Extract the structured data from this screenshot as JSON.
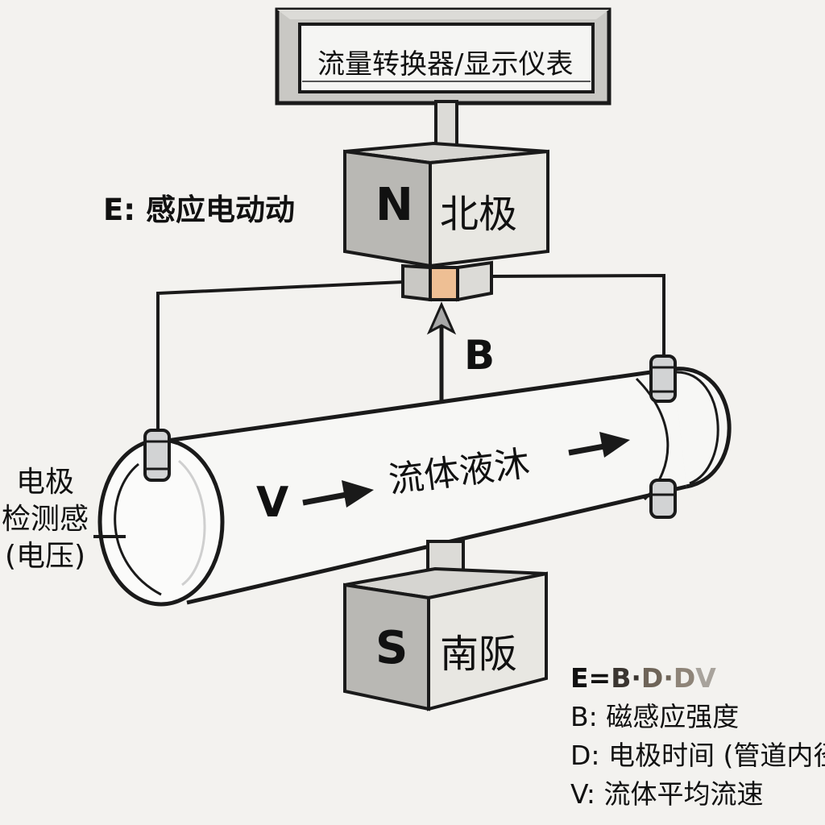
{
  "display": {
    "label": "流量转换器/显示仪表"
  },
  "emf": {
    "label": "E: 感应电动动"
  },
  "north_magnet": {
    "letter": "N",
    "text": "北极"
  },
  "south_magnet": {
    "letter": "S",
    "text": "南阪"
  },
  "magnetic_field": {
    "letter": "B"
  },
  "pipe": {
    "velocity_letter": "V",
    "fluid_label": "流体液沐"
  },
  "electrode_label": {
    "line1": "电极",
    "line2": "检测感",
    "line3": "(电压)"
  },
  "legend": {
    "formula": {
      "lhs": "E",
      "eq": "=",
      "b": "B",
      "dot1": "·",
      "d1": "D",
      "dot2": "·",
      "d2": "D",
      "v": "V"
    },
    "items": [
      {
        "text": "B:  磁感应强度"
      },
      {
        "text": "D:  电极时间 (管道内径"
      },
      {
        "text": "V:  流体平均流速"
      }
    ]
  },
  "colors": {
    "background": "#f3f2ef",
    "outline": "#1a1a1a",
    "box_front": "#e8e7e2",
    "box_side": "#b9b8b4",
    "box_top": "#d6d5d1",
    "pole_accent": "#eebf94",
    "electrode_fill": "#d2d3d4"
  }
}
